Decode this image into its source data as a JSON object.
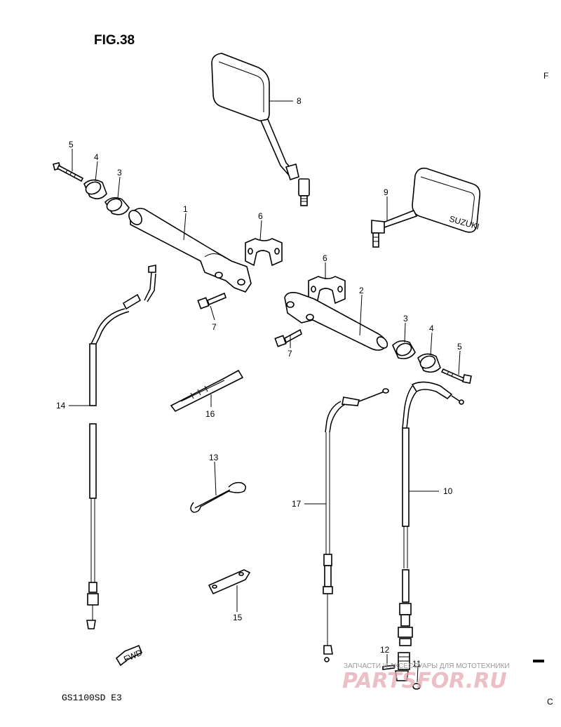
{
  "figure": {
    "title": "FIG.38",
    "model_code": "GS1100SD  E3",
    "fwd_label": "FWD"
  },
  "edge_marks": {
    "top_right": "F",
    "bottom_right": "C"
  },
  "suzuki_mark": "SUZUKI",
  "callouts": [
    {
      "id": "c1",
      "number": "1"
    },
    {
      "id": "c2",
      "number": "2"
    },
    {
      "id": "c3a",
      "number": "3"
    },
    {
      "id": "c3b",
      "number": "3"
    },
    {
      "id": "c4a",
      "number": "4"
    },
    {
      "id": "c4b",
      "number": "4"
    },
    {
      "id": "c5a",
      "number": "5"
    },
    {
      "id": "c5b",
      "number": "5"
    },
    {
      "id": "c6a",
      "number": "6"
    },
    {
      "id": "c6b",
      "number": "6"
    },
    {
      "id": "c7a",
      "number": "7"
    },
    {
      "id": "c7b",
      "number": "7"
    },
    {
      "id": "c8",
      "number": "8"
    },
    {
      "id": "c9",
      "number": "9"
    },
    {
      "id": "c10",
      "number": "10"
    },
    {
      "id": "c11",
      "number": "11"
    },
    {
      "id": "c12",
      "number": "12"
    },
    {
      "id": "c13",
      "number": "13"
    },
    {
      "id": "c14",
      "number": "14"
    },
    {
      "id": "c15",
      "number": "15"
    },
    {
      "id": "c16",
      "number": "16"
    },
    {
      "id": "c17",
      "number": "17"
    }
  ],
  "watermark": {
    "line1": "ЗАПЧАСТИ И АКСЕССУАРЫ ДЛЯ МОТОТЕХНИКИ",
    "line2": "PARTSFOR.RU"
  }
}
